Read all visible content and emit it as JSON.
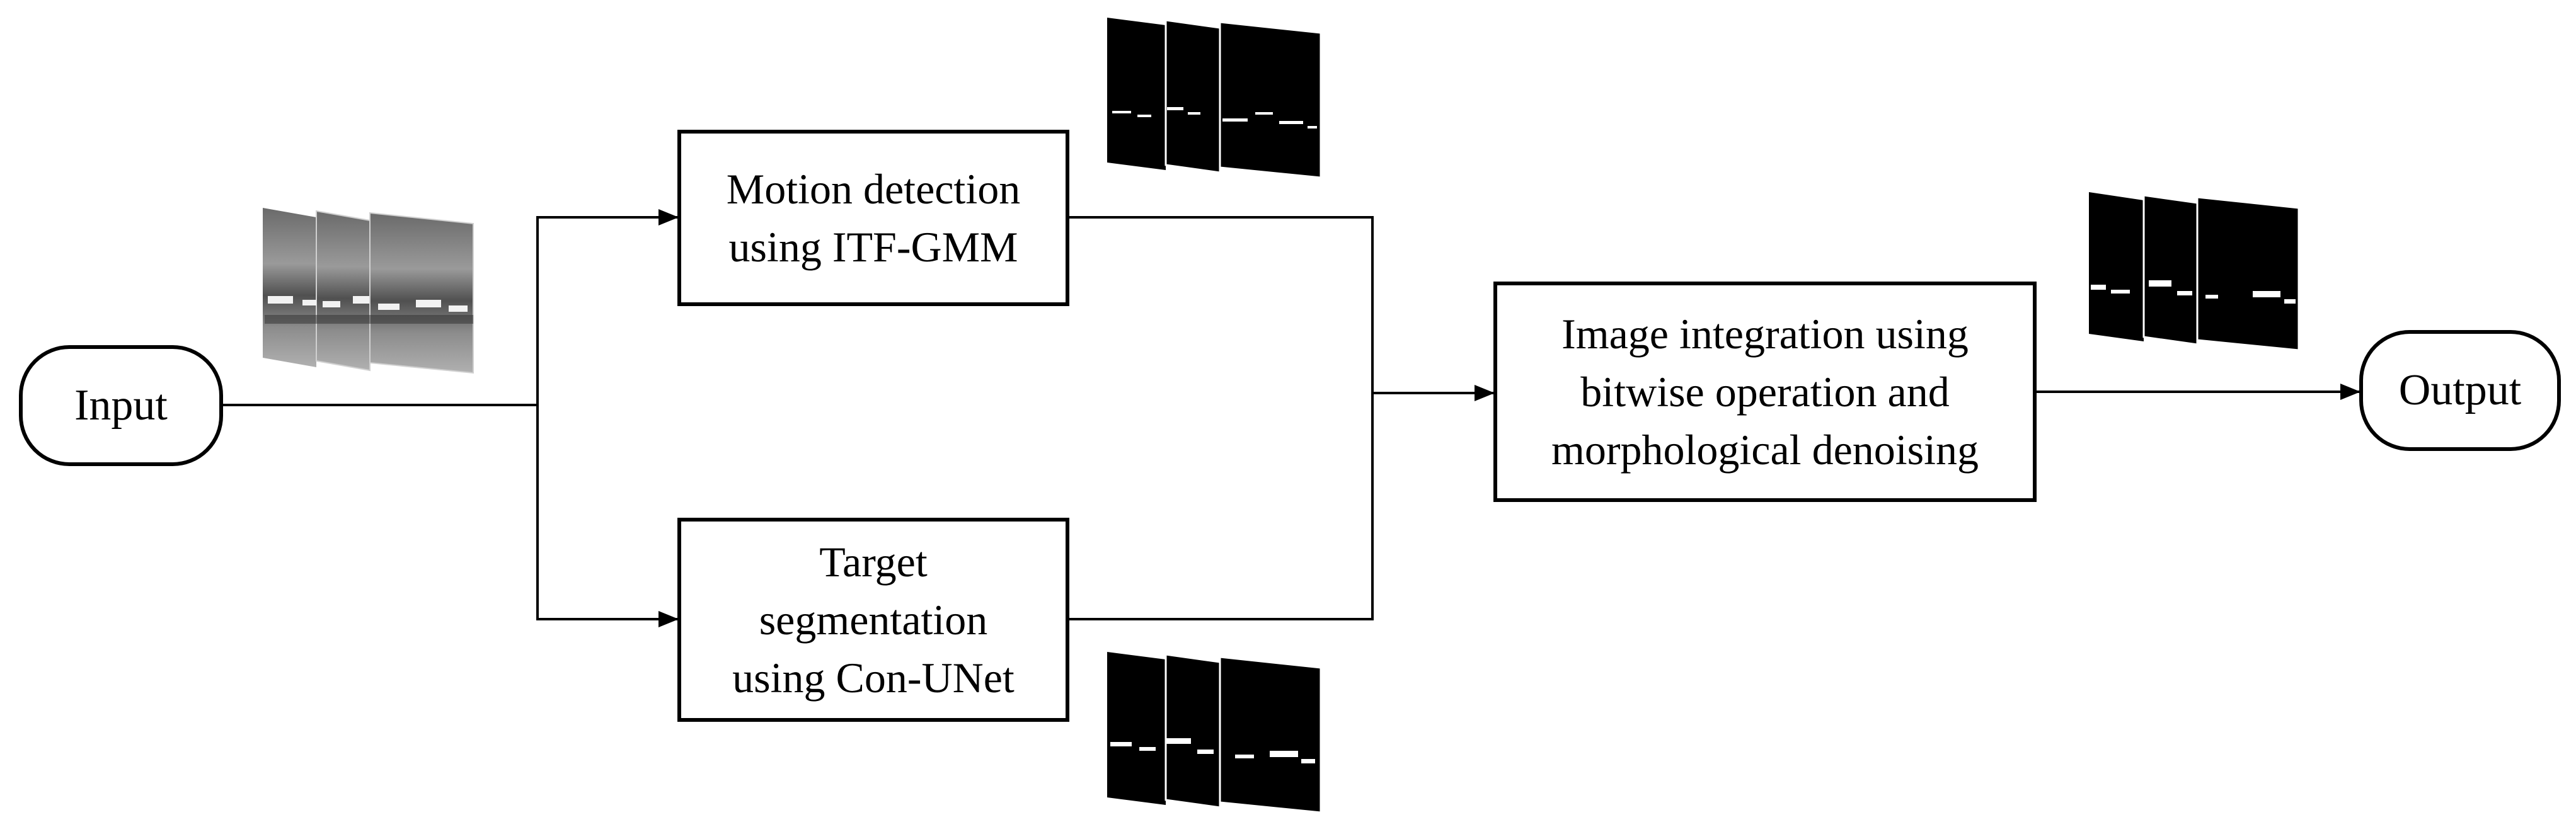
{
  "nodes": {
    "input": {
      "label": "Input"
    },
    "motion": {
      "lines": [
        "Motion detection",
        "using ITF-GMM"
      ]
    },
    "segmentation": {
      "lines": [
        "Target",
        "segmentation",
        "using Con-UNet"
      ]
    },
    "integration": {
      "lines": [
        "Image integration using",
        "bitwise operation and",
        "morphological denoising"
      ]
    },
    "output": {
      "label": "Output"
    }
  },
  "colors": {
    "stroke": "#000000",
    "background": "#ffffff"
  }
}
